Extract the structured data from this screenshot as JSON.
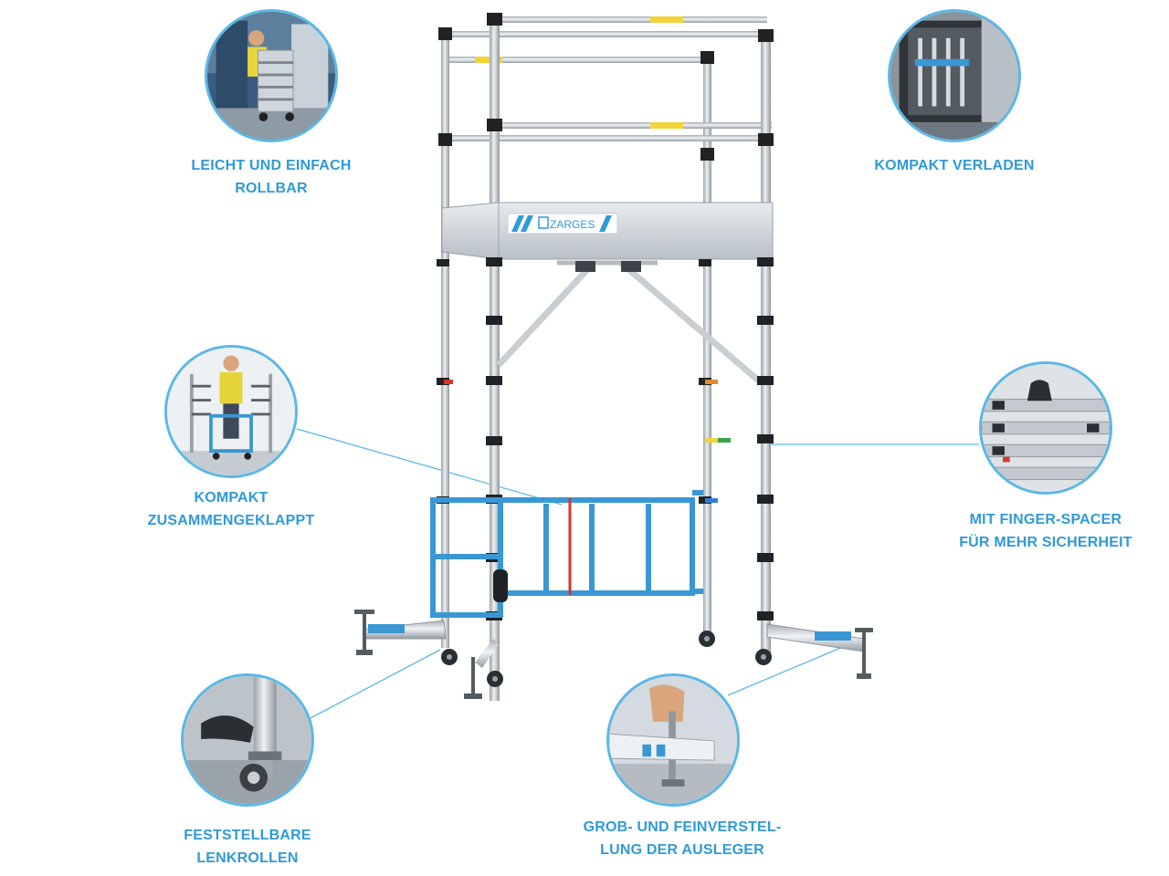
{
  "brand": {
    "logo_text": "ZARGES"
  },
  "features": [
    {
      "id": "rollbar",
      "lines": [
        "LEICHT UND EINFACH",
        "ROLLBAR"
      ]
    },
    {
      "id": "verladen",
      "lines": [
        "KOMPAKT VERLADEN"
      ]
    },
    {
      "id": "zusammengeklappt",
      "lines": [
        "KOMPAKT",
        "ZUSAMMENGEKLAPPT"
      ]
    },
    {
      "id": "finger-spacer",
      "lines": [
        "MIT FINGER-SPACER",
        "FÜR MEHR SICHERHEIT"
      ]
    },
    {
      "id": "lenkrollen",
      "lines": [
        "FESTSTELLBARE",
        "LENKROLLEN"
      ]
    },
    {
      "id": "ausleger",
      "lines": [
        "GROB- UND FEINVERSTEL-",
        "LUNG DER AUSLEGER"
      ]
    }
  ],
  "colors": {
    "accent": "#2f9ad8",
    "ring": "#5cb8e6",
    "frame_blue": "#3a97d4",
    "aluminium": "#cfd4d8"
  }
}
